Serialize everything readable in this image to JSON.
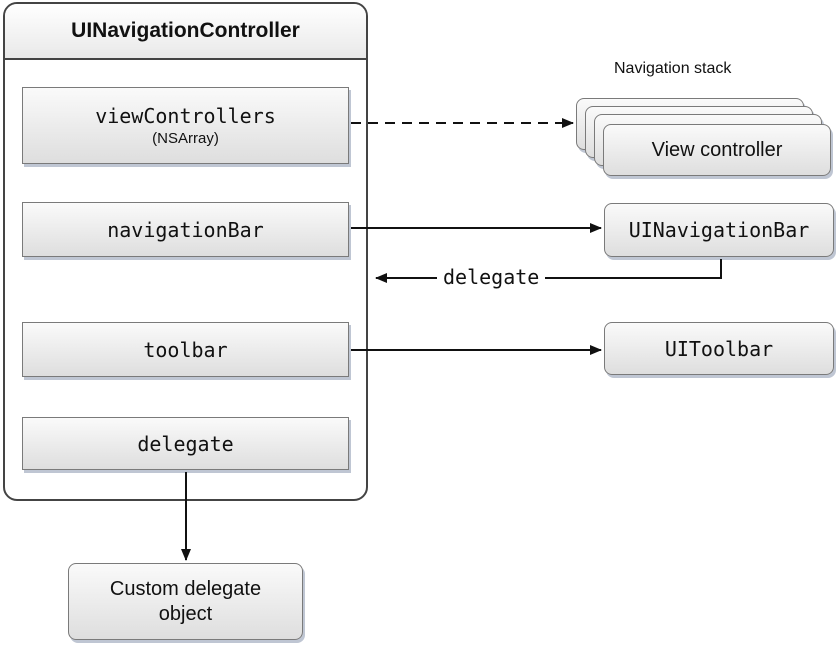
{
  "controller": {
    "title": "UINavigationController",
    "properties": [
      {
        "name": "viewControllers",
        "subtitle": "(NSArray)"
      },
      {
        "name": "navigationBar"
      },
      {
        "name": "toolbar"
      },
      {
        "name": "delegate"
      }
    ]
  },
  "navigation_stack": {
    "title": "Navigation stack",
    "top_label": "View controller"
  },
  "targets": {
    "navigation_bar": "UINavigationBar",
    "toolbar": "UIToolbar",
    "custom_delegate": "Custom delegate\nobject"
  },
  "connections": {
    "delegate_label": "delegate"
  }
}
